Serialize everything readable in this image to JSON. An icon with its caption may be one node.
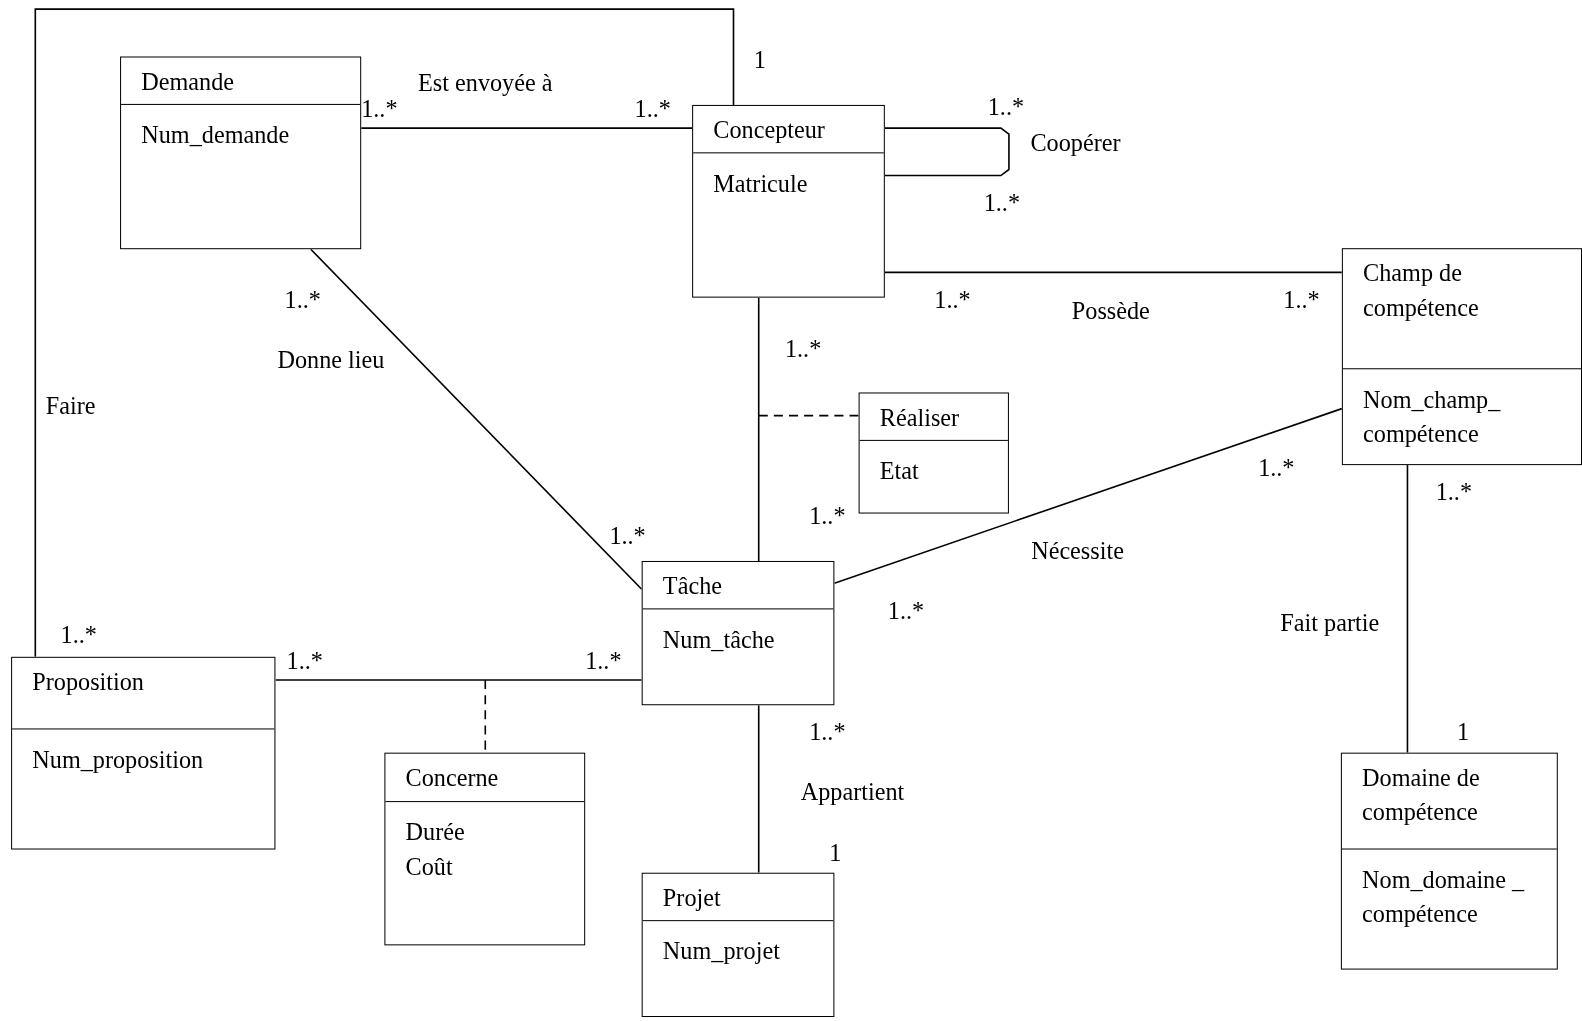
{
  "diagram": {
    "nodes": [
      {
        "text": [
          "Demande",
          "Num_demande"
        ]
      },
      {
        "text": [
          "Concepteur",
          "Matricule"
        ]
      },
      {
        "text": [
          "Champ de compétence",
          "Nom_champ_ compétence"
        ]
      },
      {
        "text": [
          "Réaliser",
          "Etat"
        ]
      },
      {
        "text": [
          "Tâche",
          "Num_tâche"
        ]
      },
      {
        "text": [
          "Proposition",
          "Num_proposition"
        ]
      },
      {
        "text": [
          "Concerne",
          "Durée",
          "Coût"
        ]
      },
      {
        "text": [
          "Projet",
          "Num_projet"
        ]
      },
      {
        "text": [
          "Domaine de compétence",
          "Nom_domaine _ compétence"
        ]
      }
    ],
    "edges": [
      {
        "from": 0,
        "to": 1,
        "arrow": "none",
        "label": "Est envoyée à"
      },
      {
        "from": 1,
        "to": 1,
        "arrow": "none",
        "label": "Coopérer"
      },
      {
        "from": 1,
        "to": 2,
        "arrow": "none",
        "label": "Possède"
      },
      {
        "from": 0,
        "to": 4,
        "arrow": "none",
        "label": "Donne lieu"
      },
      {
        "from": 1,
        "to": 4,
        "arrow": "none"
      },
      {
        "from": null,
        "to": 3,
        "arrow": "none",
        "style": "dashed"
      },
      {
        "from": 5,
        "to": 1,
        "arrow": "none",
        "label": "Faire"
      },
      {
        "from": 4,
        "to": 2,
        "arrow": "none",
        "label": "Nécessite"
      },
      {
        "from": 5,
        "to": 4,
        "arrow": "none"
      },
      {
        "from": null,
        "to": 6,
        "arrow": "none",
        "style": "dashed"
      },
      {
        "from": 4,
        "to": 7,
        "arrow": "none",
        "label": "Appartient"
      },
      {
        "from": 2,
        "to": 8,
        "arrow": "none",
        "label": "Fait partie"
      }
    ],
    "labels": [
      "1",
      "1..*",
      "1..*",
      "1..*",
      "1..*",
      "1..*",
      "1..*",
      "1..*",
      "1..*",
      "1..*",
      "1..*",
      "1..*",
      "1..*",
      "1..*",
      "1..*",
      "1..*",
      "1..*",
      "1..*",
      "1",
      "1"
    ]
  }
}
